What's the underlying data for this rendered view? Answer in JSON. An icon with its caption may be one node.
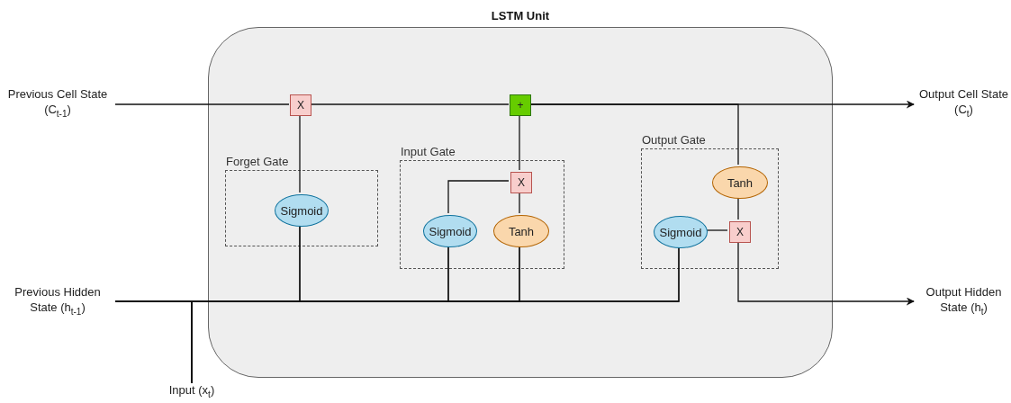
{
  "diagram": {
    "nodes": [
      {
        "text": [
          "LSTM Unit"
        ]
      },
      {
        "text": [
          "Previous Cell State (C$_{t-1}$)"
        ]
      },
      {
        "text": [
          "Previous Hidden State (h$_{t-1}$)"
        ]
      },
      {
        "text": [
          "Input (x$_{t}$)"
        ]
      },
      {
        "text": [
          "Forget Gate"
        ],
        "in": 0
      },
      {
        "text": [
          "X"
        ],
        "in": 0
      },
      {
        "text": [
          "Sigmoid"
        ],
        "in": 4
      },
      {
        "text": [
          "Input Gate"
        ],
        "in": 0
      },
      {
        "text": [
          "Sigmoid"
        ],
        "in": 7
      },
      {
        "text": [
          "Tanh"
        ],
        "in": 7
      },
      {
        "text": [
          "X"
        ],
        "in": 7
      },
      {
        "text": [
          "+"
        ],
        "in": 0
      },
      {
        "text": [
          "Output Gate"
        ],
        "in": 0
      },
      {
        "text": [
          "Sigmoid"
        ],
        "in": 12
      },
      {
        "text": [
          "Tanh"
        ],
        "in": 12
      },
      {
        "text": [
          "X"
        ],
        "in": 12
      },
      {
        "text": [
          "Output Cell State (C$_{t}$)"
        ]
      },
      {
        "text": [
          "Output Hidden State (h$_{t}$)"
        ]
      }
    ],
    "edges": [
      {
        "from": 1,
        "to": 5,
        "arrow": "none"
      },
      {
        "from": 5,
        "to": 11,
        "arrow": "none"
      },
      {
        "from": 11,
        "to": 16,
        "arrow": "to"
      },
      {
        "from": 6,
        "to": 5,
        "arrow": "none"
      },
      {
        "from": 2,
        "to": 6,
        "arrow": "none"
      },
      {
        "from": 3,
        "to": 6,
        "arrow": "none"
      },
      {
        "from": 2,
        "to": 8,
        "arrow": "none"
      },
      {
        "from": 3,
        "to": 8,
        "arrow": "none"
      },
      {
        "from": 2,
        "to": 9,
        "arrow": "none"
      },
      {
        "from": 3,
        "to": 9,
        "arrow": "none"
      },
      {
        "from": 2,
        "to": 13,
        "arrow": "none"
      },
      {
        "from": 3,
        "to": 13,
        "arrow": "none"
      },
      {
        "from": 8,
        "to": 10,
        "arrow": "none"
      },
      {
        "from": 9,
        "to": 10,
        "arrow": "none"
      },
      {
        "from": 10,
        "to": 11,
        "arrow": "none"
      },
      {
        "from": 11,
        "to": 14,
        "arrow": "none"
      },
      {
        "from": 14,
        "to": 15,
        "arrow": "none"
      },
      {
        "from": 13,
        "to": 15,
        "arrow": "none"
      },
      {
        "from": 15,
        "to": 17,
        "arrow": "to"
      }
    ]
  }
}
